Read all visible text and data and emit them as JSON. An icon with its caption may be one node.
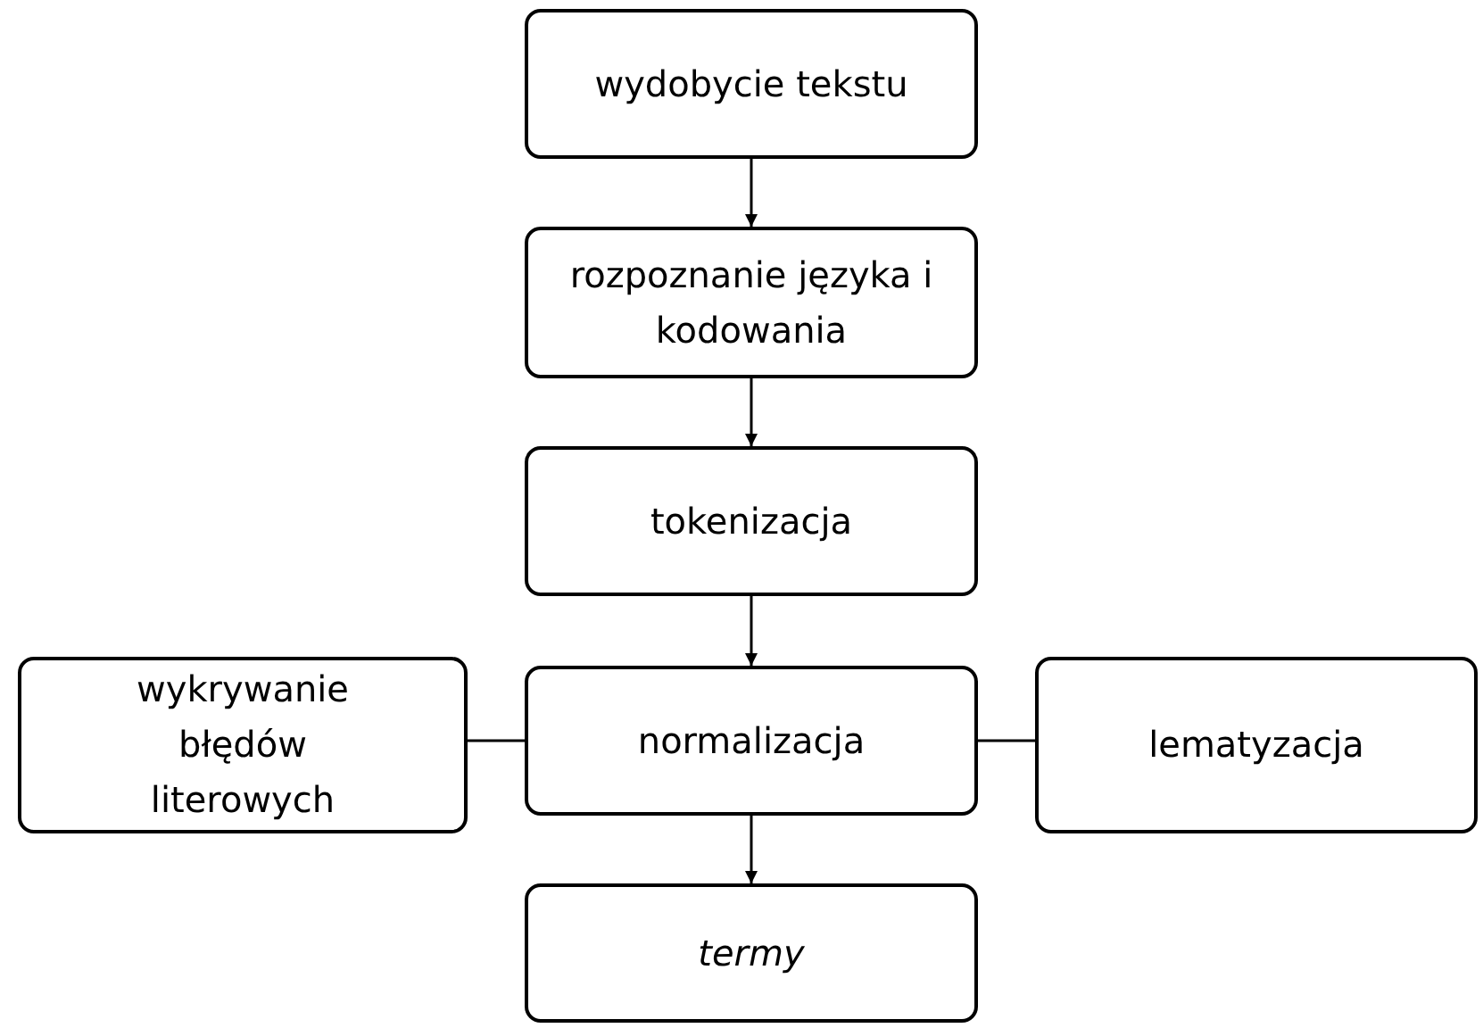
{
  "diagram": {
    "nodes": [
      {
        "text": [
          "wydobycie tekstu"
        ]
      },
      {
        "text": [
          "rozpoznanie języka i kodowania"
        ]
      },
      {
        "text": [
          "tokenizacja"
        ]
      },
      {
        "text": [
          "wykrywanie błędów literowych"
        ]
      },
      {
        "text": [
          "normalizacja"
        ]
      },
      {
        "text": [
          "lematyzacja"
        ]
      },
      {
        "text": [
          "termy"
        ]
      }
    ],
    "edges": [
      {
        "from": 0,
        "to": 1,
        "arrow": "to"
      },
      {
        "from": 1,
        "to": 2,
        "arrow": "to"
      },
      {
        "from": 2,
        "to": 4,
        "arrow": "to"
      },
      {
        "from": 4,
        "to": 6,
        "arrow": "to"
      },
      {
        "from": 3,
        "to": 4,
        "arrow": "none"
      },
      {
        "from": 4,
        "to": 5,
        "arrow": "none"
      }
    ]
  }
}
